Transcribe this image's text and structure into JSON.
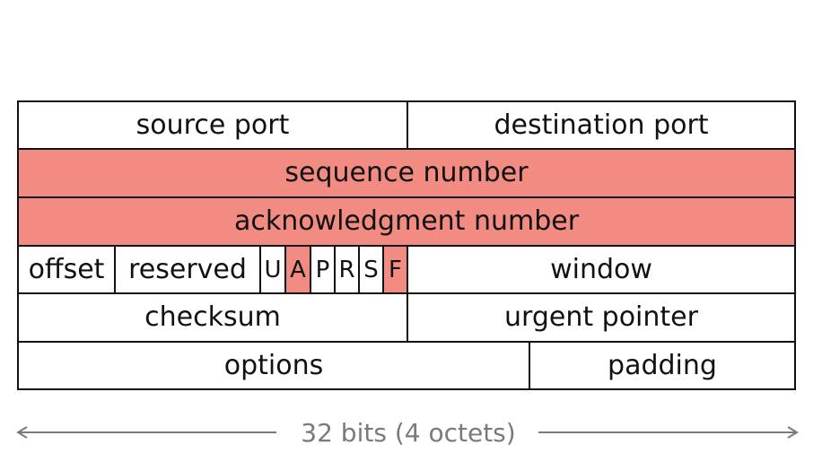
{
  "header_fields": {
    "source_port": "source port",
    "destination_port": "destination port",
    "sequence_number": "sequence number",
    "acknowledgment_number": "acknowledgment number",
    "offset": "offset",
    "reserved": "reserved",
    "flags": [
      "U",
      "A",
      "P",
      "R",
      "S",
      "F"
    ],
    "highlighted_flags": [
      "A",
      "F"
    ],
    "window": "window",
    "checksum": "checksum",
    "urgent_pointer": "urgent pointer",
    "options": "options",
    "padding": "padding"
  },
  "width_caption": "32 bits (4 octets)",
  "colors": {
    "highlight": "#f28b82",
    "border": "#111111",
    "caption": "#7a7a7a"
  }
}
